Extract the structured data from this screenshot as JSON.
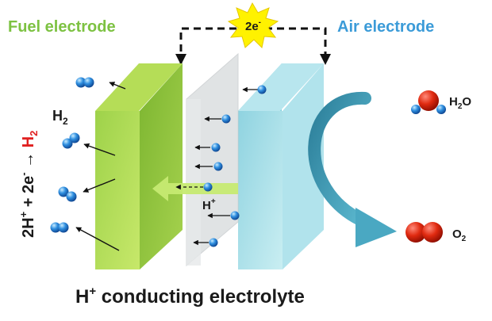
{
  "labels": {
    "fuel_electrode": "Fuel electrode",
    "air_electrode": "Air electrode",
    "electrons": "2e",
    "electrons_sup": "-",
    "hydrogen_left": "H",
    "hydrogen_left_sub": "2",
    "proton": "H",
    "proton_sup": "+",
    "water": "H",
    "water_sub": "2",
    "water_tail": "O",
    "oxygen": "O",
    "oxygen_sub": "2",
    "electrolyte": "H",
    "electrolyte_sup": "+",
    "electrolyte_rest": " conducting electrolyte",
    "equation_a": "2H",
    "equation_a_sup": "+",
    "equation_b": " + 2e",
    "equation_b_sup": "-",
    "equation_arrow": " → ",
    "equation_c": "H",
    "equation_c_sub": "2"
  },
  "colors": {
    "fuel_green": "#7dc242",
    "air_blue": "#3b9bd8",
    "equation_red": "#e02020",
    "text_dark": "#1a1a1a"
  }
}
